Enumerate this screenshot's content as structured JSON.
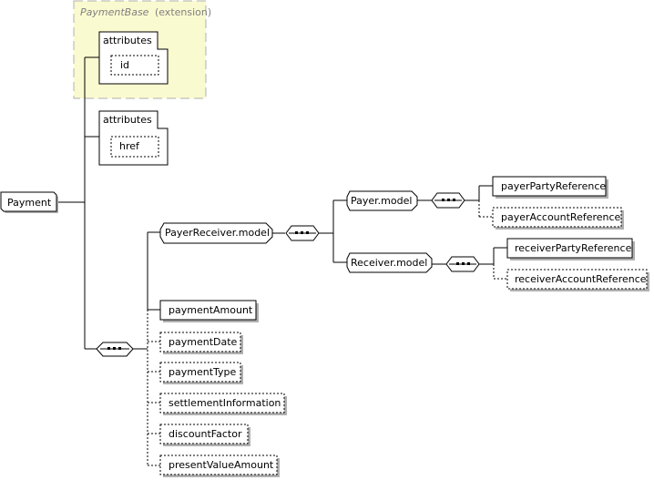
{
  "extension": {
    "base": "PaymentBase",
    "suffix": "(extension)",
    "colors": {
      "fill": "#fafad0",
      "border": "#b0b0b0"
    }
  },
  "root": {
    "label": "Payment"
  },
  "attribute_groups": [
    {
      "heading": "attributes",
      "attrs": [
        "id"
      ]
    },
    {
      "heading": "attributes",
      "attrs": [
        "href"
      ]
    }
  ],
  "sequence": {
    "group": "PayerReceiver.model",
    "subgroups": [
      {
        "label": "Payer.model",
        "children": [
          {
            "label": "payerPartyReference",
            "optional": false
          },
          {
            "label": "payerAccountReference",
            "optional": true
          }
        ]
      },
      {
        "label": "Receiver.model",
        "children": [
          {
            "label": "receiverPartyReference",
            "optional": false
          },
          {
            "label": "receiverAccountReference",
            "optional": true
          }
        ]
      }
    ],
    "elements": [
      {
        "label": "paymentAmount",
        "optional": false
      },
      {
        "label": "paymentDate",
        "optional": true
      },
      {
        "label": "paymentType",
        "optional": true
      },
      {
        "label": "settlementInformation",
        "optional": true
      },
      {
        "label": "discountFactor",
        "optional": true
      },
      {
        "label": "presentValueAmount",
        "optional": true
      }
    ]
  }
}
